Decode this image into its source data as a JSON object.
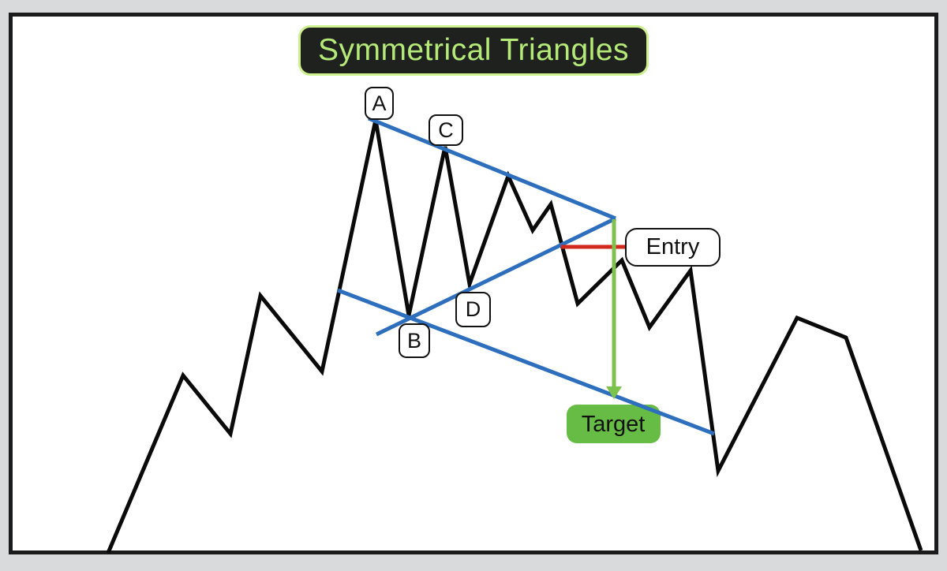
{
  "title": {
    "text": "Symmetrical Triangles"
  },
  "labels": {
    "a": "A",
    "b": "B",
    "c": "C",
    "d": "D"
  },
  "annotations": {
    "entry": "Entry",
    "target": "Target"
  },
  "colors": {
    "page_background": "#d9dadc",
    "canvas_background": "#ffffff",
    "frame_border": "#1b1b1b",
    "price_line": "#0a0a0a",
    "trendline_blue": "#2e6fbd",
    "entry_red": "#d3291c",
    "arrow_green": "#7dc24c",
    "target_fill": "#67bc45",
    "title_background": "#1f211f",
    "title_text": "#b5ea78",
    "title_border": "#cdf18e",
    "label_text": "#111111"
  }
}
